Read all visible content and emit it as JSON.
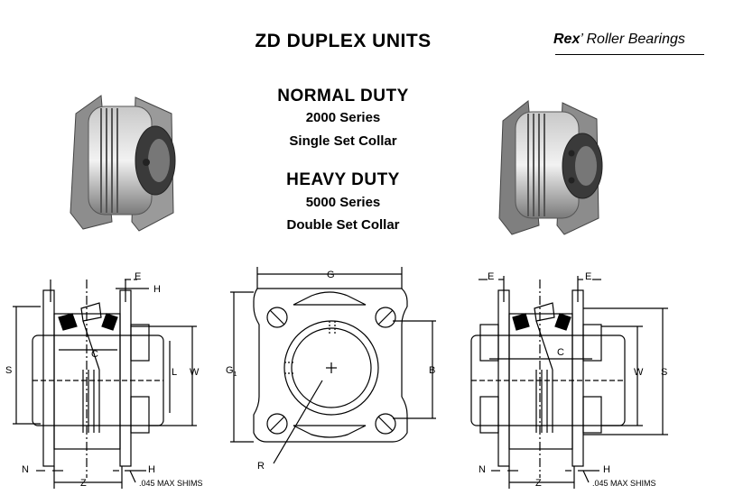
{
  "header": {
    "title": "ZD DUPLEX UNITS",
    "brand_mark": "Rex",
    "brand_name": "Roller Bearings"
  },
  "normal_duty": {
    "heading": "NORMAL DUTY",
    "series": "2000 Series",
    "collar": "Single Set Collar"
  },
  "heavy_duty": {
    "heading": "HEAVY DUTY",
    "series": "5000 Series",
    "collar": "Double Set Collar"
  },
  "drawings": {
    "left": {
      "labels": {
        "E": "E",
        "H": "H",
        "S": "S",
        "C": "C",
        "L": "L",
        "W": "W",
        "N": "N",
        "Z": "Z"
      },
      "shims": ".045 MAX SHIMS"
    },
    "front": {
      "labels": {
        "G": "G",
        "G1": "G",
        "G1_sub": "1",
        "B": "B",
        "R": "R"
      }
    },
    "right": {
      "labels": {
        "E_left": "E",
        "E_right": "E",
        "C": "C",
        "W": "W",
        "S": "S",
        "N": "N",
        "Z": "Z",
        "H": "H"
      },
      "shims": ".045 MAX SHIMS"
    }
  }
}
